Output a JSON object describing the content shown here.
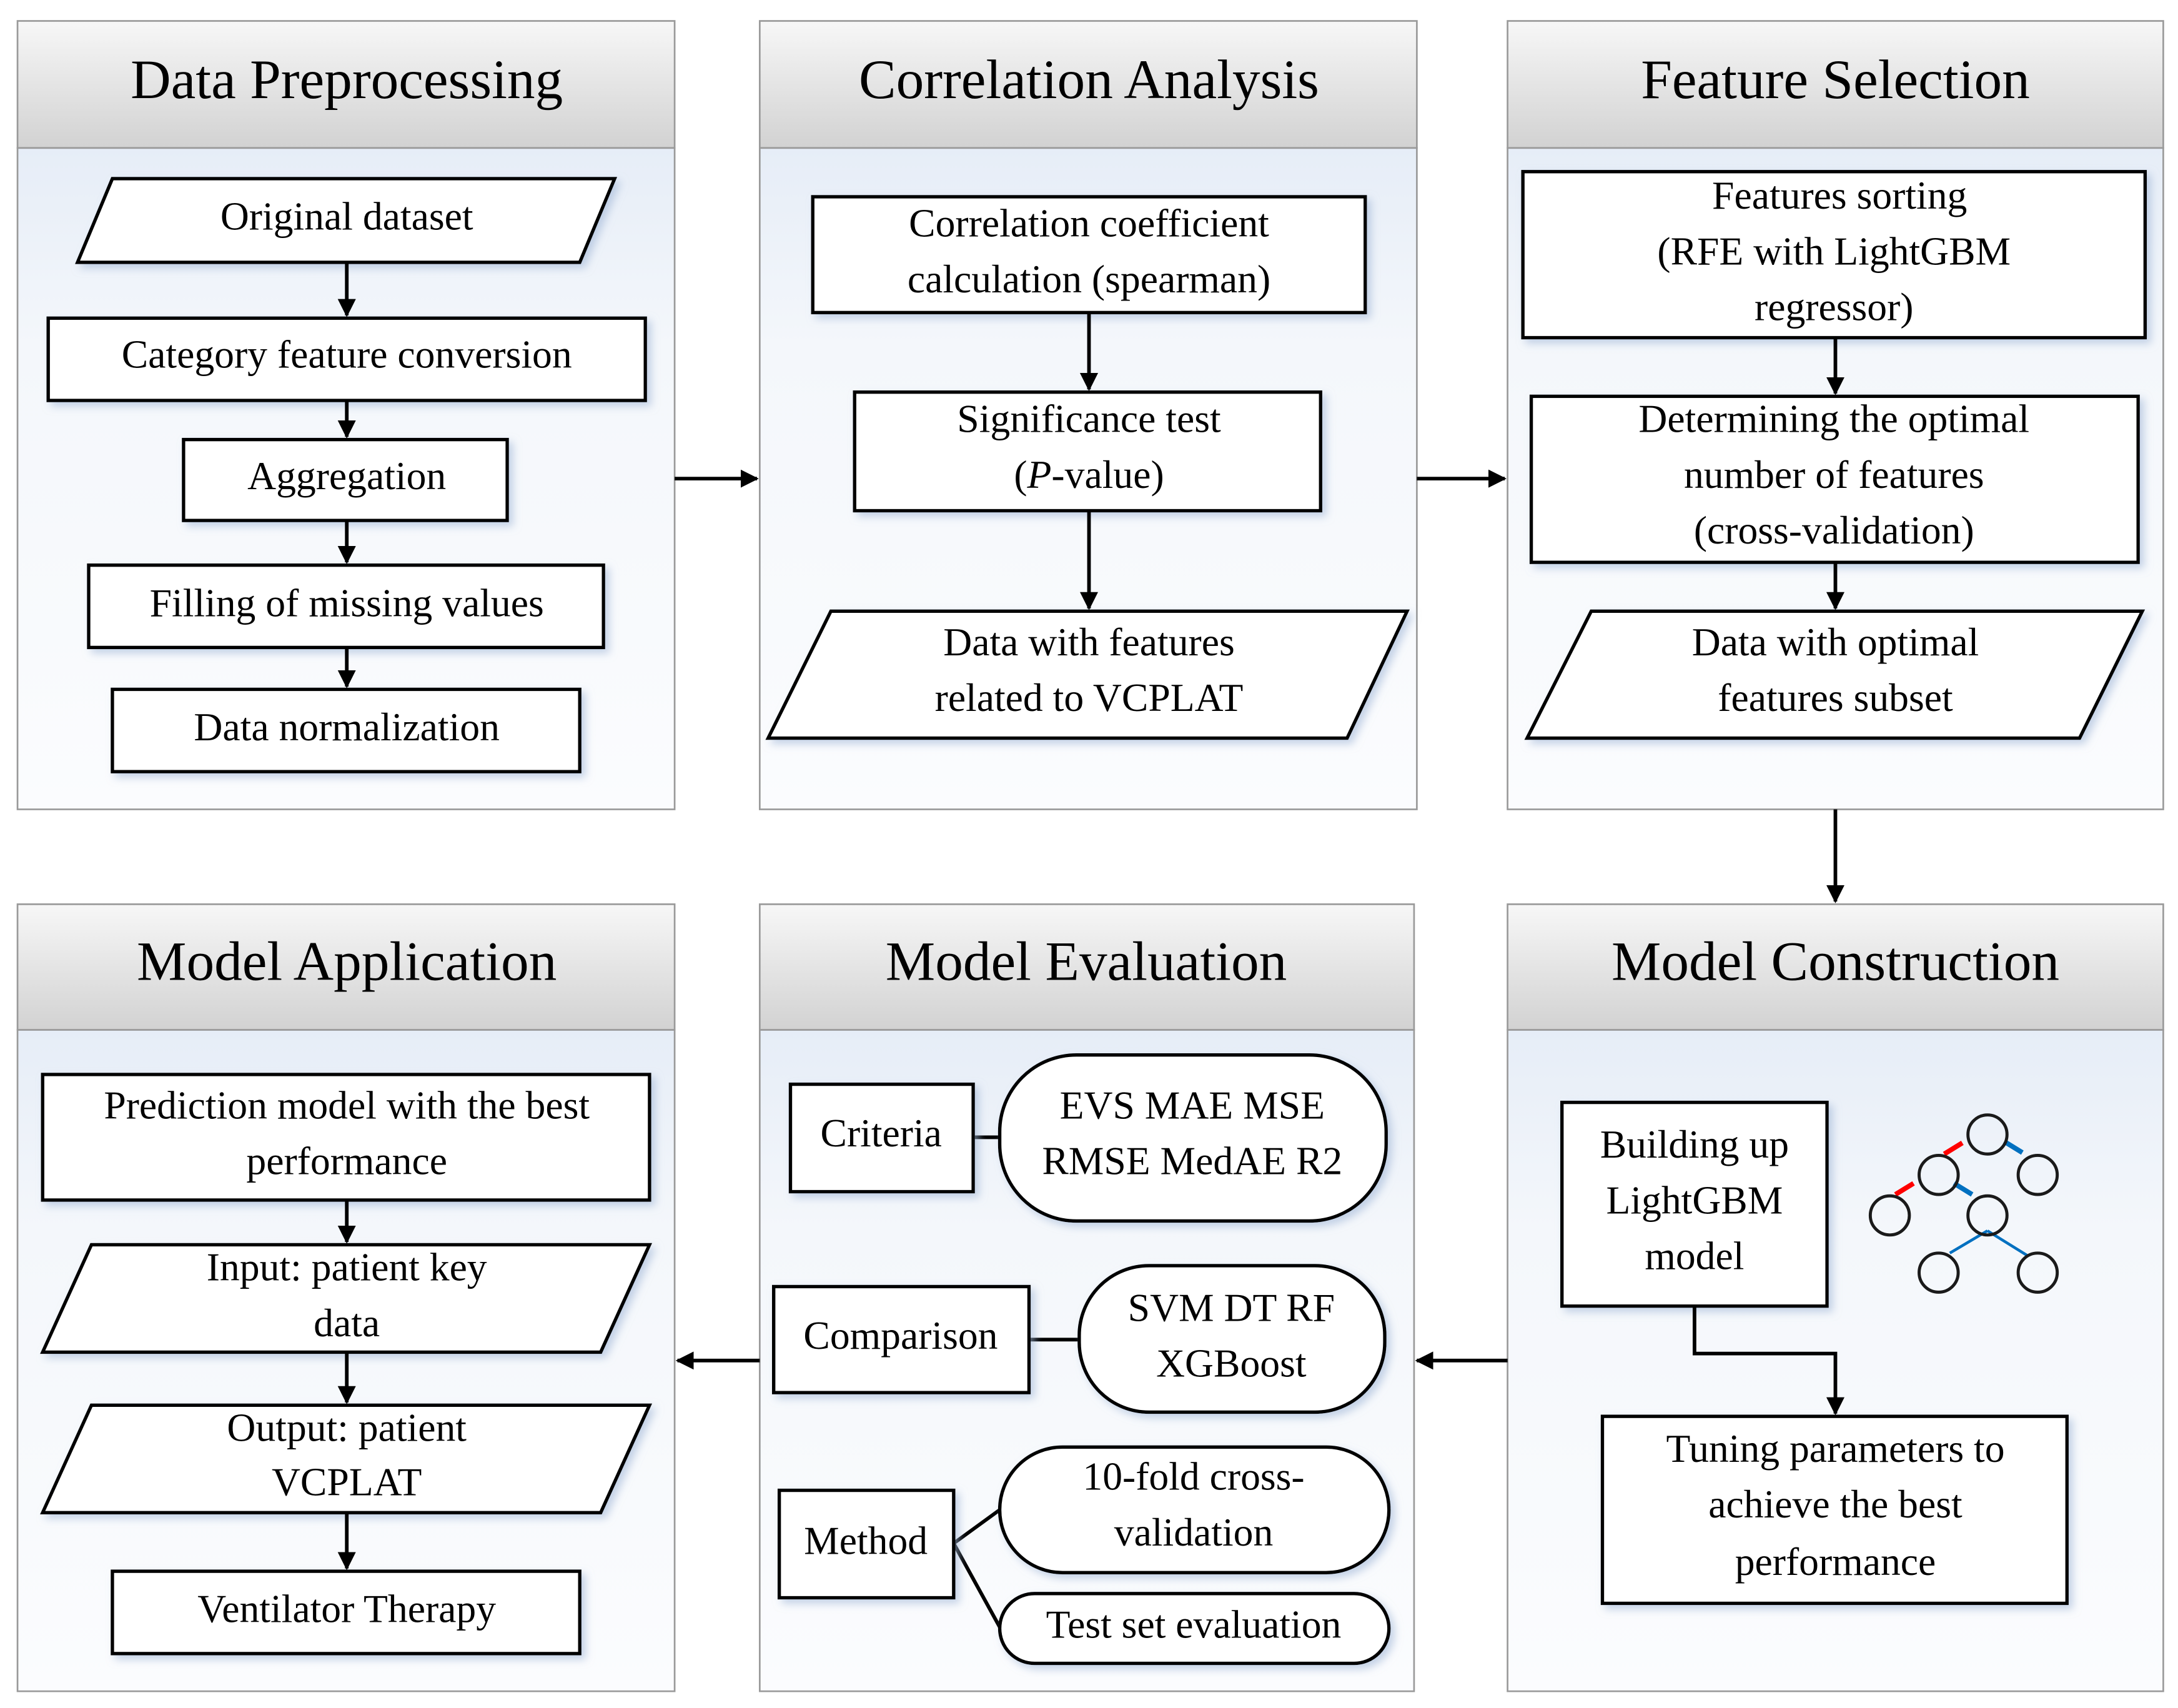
{
  "colors": {
    "header_top": "#f6f6f6",
    "header_bottom": "#d3d3d3",
    "body_top": "#e8eef7",
    "body_bottom": "#fbfcfe",
    "tree_red": "#ff0000",
    "tree_blue": "#0070c0"
  },
  "panels": {
    "preprocessing": {
      "title": "Data Preprocessing",
      "steps": [
        "Original dataset",
        "Category feature conversion",
        "Aggregation",
        "Filling of missing values",
        "Data normalization"
      ]
    },
    "correlation": {
      "title": "Correlation Analysis",
      "coef": [
        "Correlation coefficient",
        "calculation (spearman)"
      ],
      "sig_line1": "Significance test",
      "sig_open": "(",
      "sig_italic": "P",
      "sig_close": "-value)",
      "output": [
        "Data with features",
        "related to VCPLAT"
      ]
    },
    "selection": {
      "title": "Feature Selection",
      "sorting": [
        "Features sorting",
        "(RFE with LightGBM",
        "regressor)"
      ],
      "optimal": [
        "Determining the optimal",
        "number of features",
        "(cross-validation)"
      ],
      "output": [
        "Data with optimal",
        "features subset"
      ]
    },
    "construction": {
      "title": "Model Construction",
      "build": [
        "Building up",
        "LightGBM",
        "model"
      ],
      "tree_icon": "decision-tree-icon",
      "tuning": [
        "Tuning parameters to",
        "achieve the best",
        "performance"
      ]
    },
    "evaluation": {
      "title": "Model Evaluation",
      "criteria_label": "Criteria",
      "criteria": [
        "EVS MAE MSE",
        "RMSE MedAE R2"
      ],
      "comparison_label": "Comparison",
      "comparison": [
        "SVM DT RF",
        "XGBoost"
      ],
      "method_label": "Method",
      "method_cv": [
        "10-fold cross-",
        "validation"
      ],
      "method_test": "Test set evaluation"
    },
    "application": {
      "title": "Model Application",
      "best": [
        "Prediction model with the best",
        "performance"
      ],
      "input": [
        "Input: patient key",
        "data"
      ],
      "output": [
        "Output: patient",
        "VCPLAT"
      ],
      "therapy": "Ventilator Therapy"
    }
  }
}
